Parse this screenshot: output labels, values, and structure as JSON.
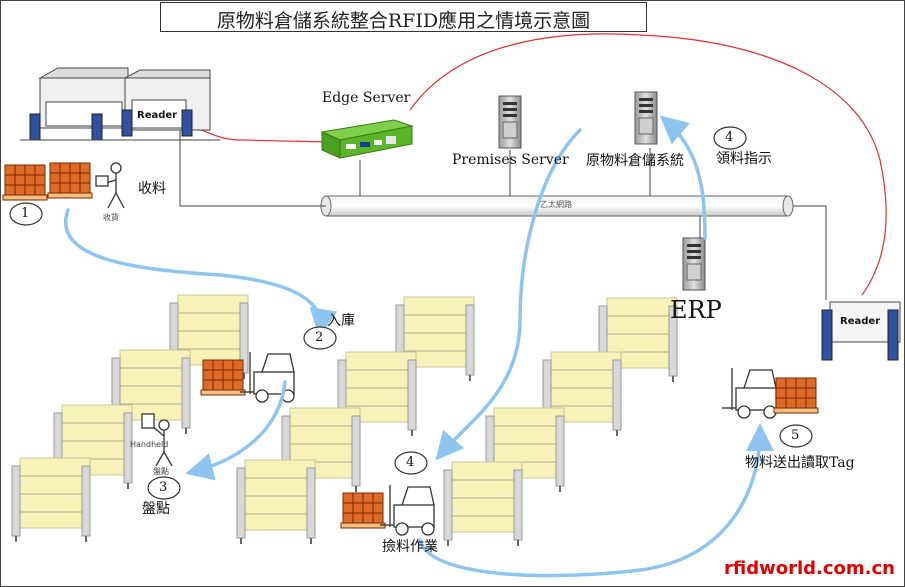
{
  "title": "原物料倉儲系統整合RFID應用之情境示意圖",
  "labels": {
    "edge_server": "Edge Server",
    "premises_server": "Premises Server",
    "warehouse_system": "原物料倉儲系統",
    "erp": "ERP",
    "network": "乙太網路",
    "receiving": "收料",
    "receiver": "收貨",
    "reader_left": "Reader",
    "reader_right": "Reader",
    "handheld": "Handheld",
    "inventory_worker": "盤點"
  },
  "steps": [
    {
      "num": "1",
      "label": ""
    },
    {
      "num": "2",
      "label": "入庫"
    },
    {
      "num": "3",
      "label": "盤點"
    },
    {
      "num": "4",
      "label": "撿料作業"
    },
    {
      "num": "4",
      "label": "領料指示"
    },
    {
      "num": "5",
      "label": "物料送出讀取Tag"
    }
  ],
  "watermark": "rfidworld.com.cn",
  "colors": {
    "flow_arrow": "#8ec5ee",
    "rf_link": "#e03030",
    "edge_server": "#5ab52a",
    "pallet": "#e06020",
    "rack": "#f5f0b0",
    "reader_panel": "#3050a0"
  }
}
